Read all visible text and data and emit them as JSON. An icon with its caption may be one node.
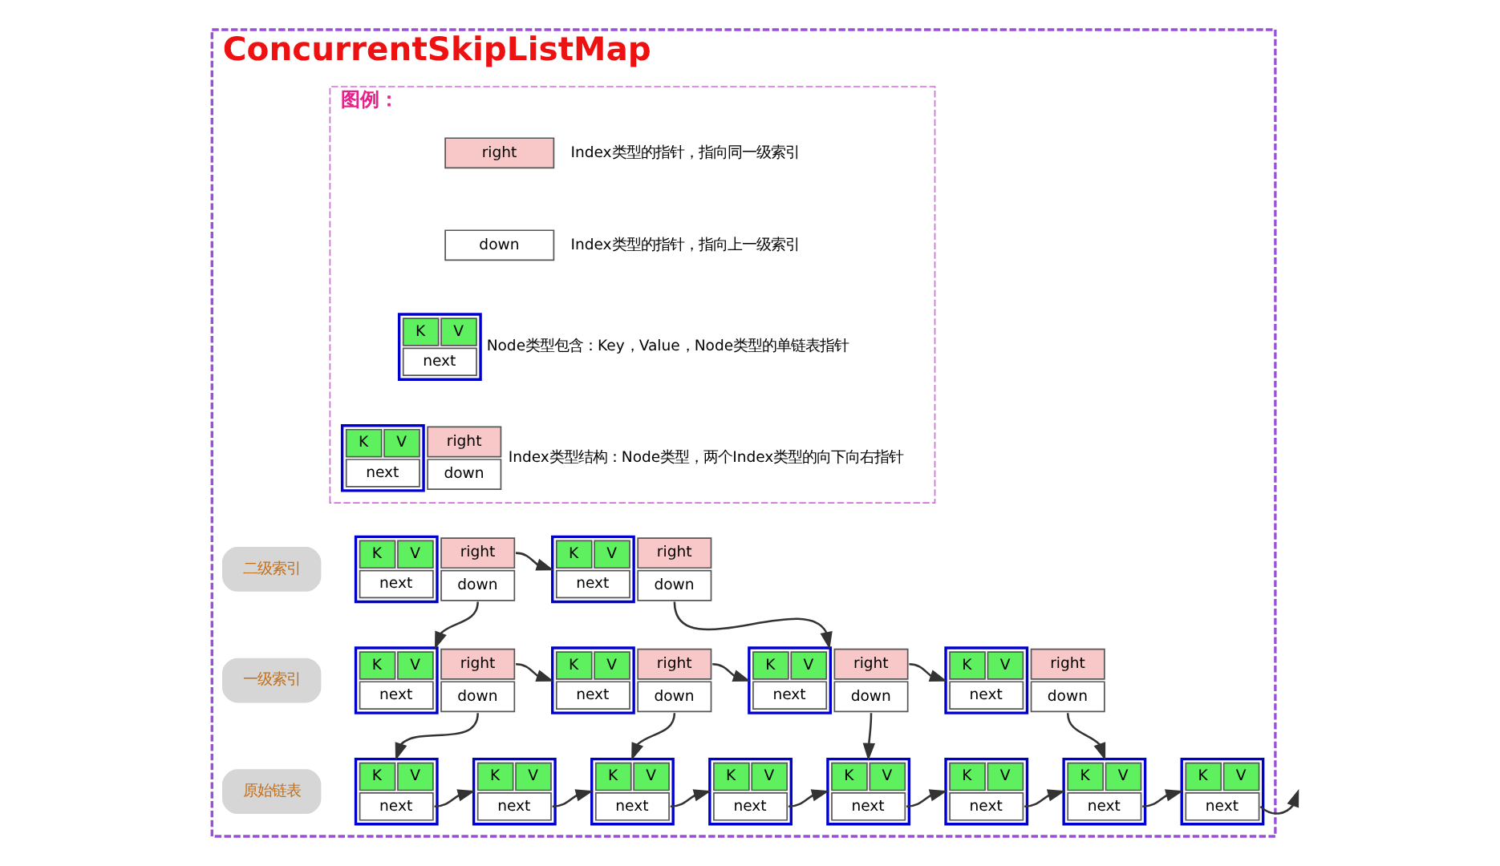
{
  "diagram": {
    "nodes": [
      {
        "text": [
          "ConcurrentSkipListMap"
        ]
      },
      {
        "text": [
          "图例："
        ],
        "in": 0
      },
      {
        "text": [
          "right"
        ],
        "in": 1,
        "beside": [
          "Index类型的指针，指向同一级索引"
        ]
      },
      {
        "text": [
          "down"
        ],
        "in": 1,
        "beside": [
          "Index类型的指针，指向上一级索引"
        ]
      },
      {
        "text": [
          "K",
          "V",
          "next"
        ],
        "in": 1,
        "beside": [
          "Node类型包含：Key，Value，Node类型的单链表指针"
        ]
      },
      {
        "text": [
          "K",
          "V",
          "next",
          "right",
          "down"
        ],
        "in": 1,
        "beside": [
          "Index类型结构：Node类型，两个Index类型的向下向右指针"
        ]
      },
      {
        "text": [
          "二级索引"
        ],
        "in": 0
      },
      {
        "text": [
          "一级索引"
        ],
        "in": 0
      },
      {
        "text": [
          "原始链表"
        ],
        "in": 0
      },
      {
        "text": [
          "K",
          "V",
          "next",
          "right",
          "down"
        ],
        "in": 0
      },
      {
        "text": [
          "K",
          "V",
          "next",
          "right",
          "down"
        ],
        "in": 0
      },
      {
        "text": [
          "K",
          "V",
          "next",
          "right",
          "down"
        ],
        "in": 0
      },
      {
        "text": [
          "K",
          "V",
          "next",
          "right",
          "down"
        ],
        "in": 0
      },
      {
        "text": [
          "K",
          "V",
          "next",
          "right",
          "down"
        ],
        "in": 0
      },
      {
        "text": [
          "K",
          "V",
          "next",
          "right",
          "down"
        ],
        "in": 0
      },
      {
        "text": [
          "K",
          "V",
          "next"
        ],
        "in": 0
      },
      {
        "text": [
          "K",
          "V",
          "next"
        ],
        "in": 0
      },
      {
        "text": [
          "K",
          "V",
          "next"
        ],
        "in": 0
      },
      {
        "text": [
          "K",
          "V",
          "next"
        ],
        "in": 0
      },
      {
        "text": [
          "K",
          "V",
          "next"
        ],
        "in": 0
      },
      {
        "text": [
          "K",
          "V",
          "next"
        ],
        "in": 0
      },
      {
        "text": [
          "K",
          "V",
          "next"
        ],
        "in": 0
      },
      {
        "text": [
          "K",
          "V",
          "next"
        ],
        "in": 0
      }
    ],
    "edges": [
      {
        "from": 9,
        "to": 10,
        "arrow": "to"
      },
      {
        "from": 9,
        "to": 11,
        "arrow": "to"
      },
      {
        "from": 10,
        "to": 13,
        "arrow": "to"
      },
      {
        "from": 11,
        "to": 12,
        "arrow": "to"
      },
      {
        "from": 12,
        "to": 13,
        "arrow": "to"
      },
      {
        "from": 13,
        "to": 14,
        "arrow": "to"
      },
      {
        "from": 11,
        "to": 15,
        "arrow": "to"
      },
      {
        "from": 12,
        "to": 17,
        "arrow": "to"
      },
      {
        "from": 13,
        "to": 19,
        "arrow": "to"
      },
      {
        "from": 14,
        "to": 21,
        "arrow": "to"
      },
      {
        "from": 15,
        "to": 16,
        "arrow": "to"
      },
      {
        "from": 16,
        "to": 17,
        "arrow": "to"
      },
      {
        "from": 17,
        "to": 18,
        "arrow": "to"
      },
      {
        "from": 18,
        "to": 19,
        "arrow": "to"
      },
      {
        "from": 19,
        "to": 20,
        "arrow": "to"
      },
      {
        "from": 20,
        "to": 21,
        "arrow": "to"
      },
      {
        "from": 21,
        "to": 22,
        "arrow": "to"
      },
      {
        "from": 22,
        "to": null,
        "arrow": "to"
      }
    ]
  }
}
